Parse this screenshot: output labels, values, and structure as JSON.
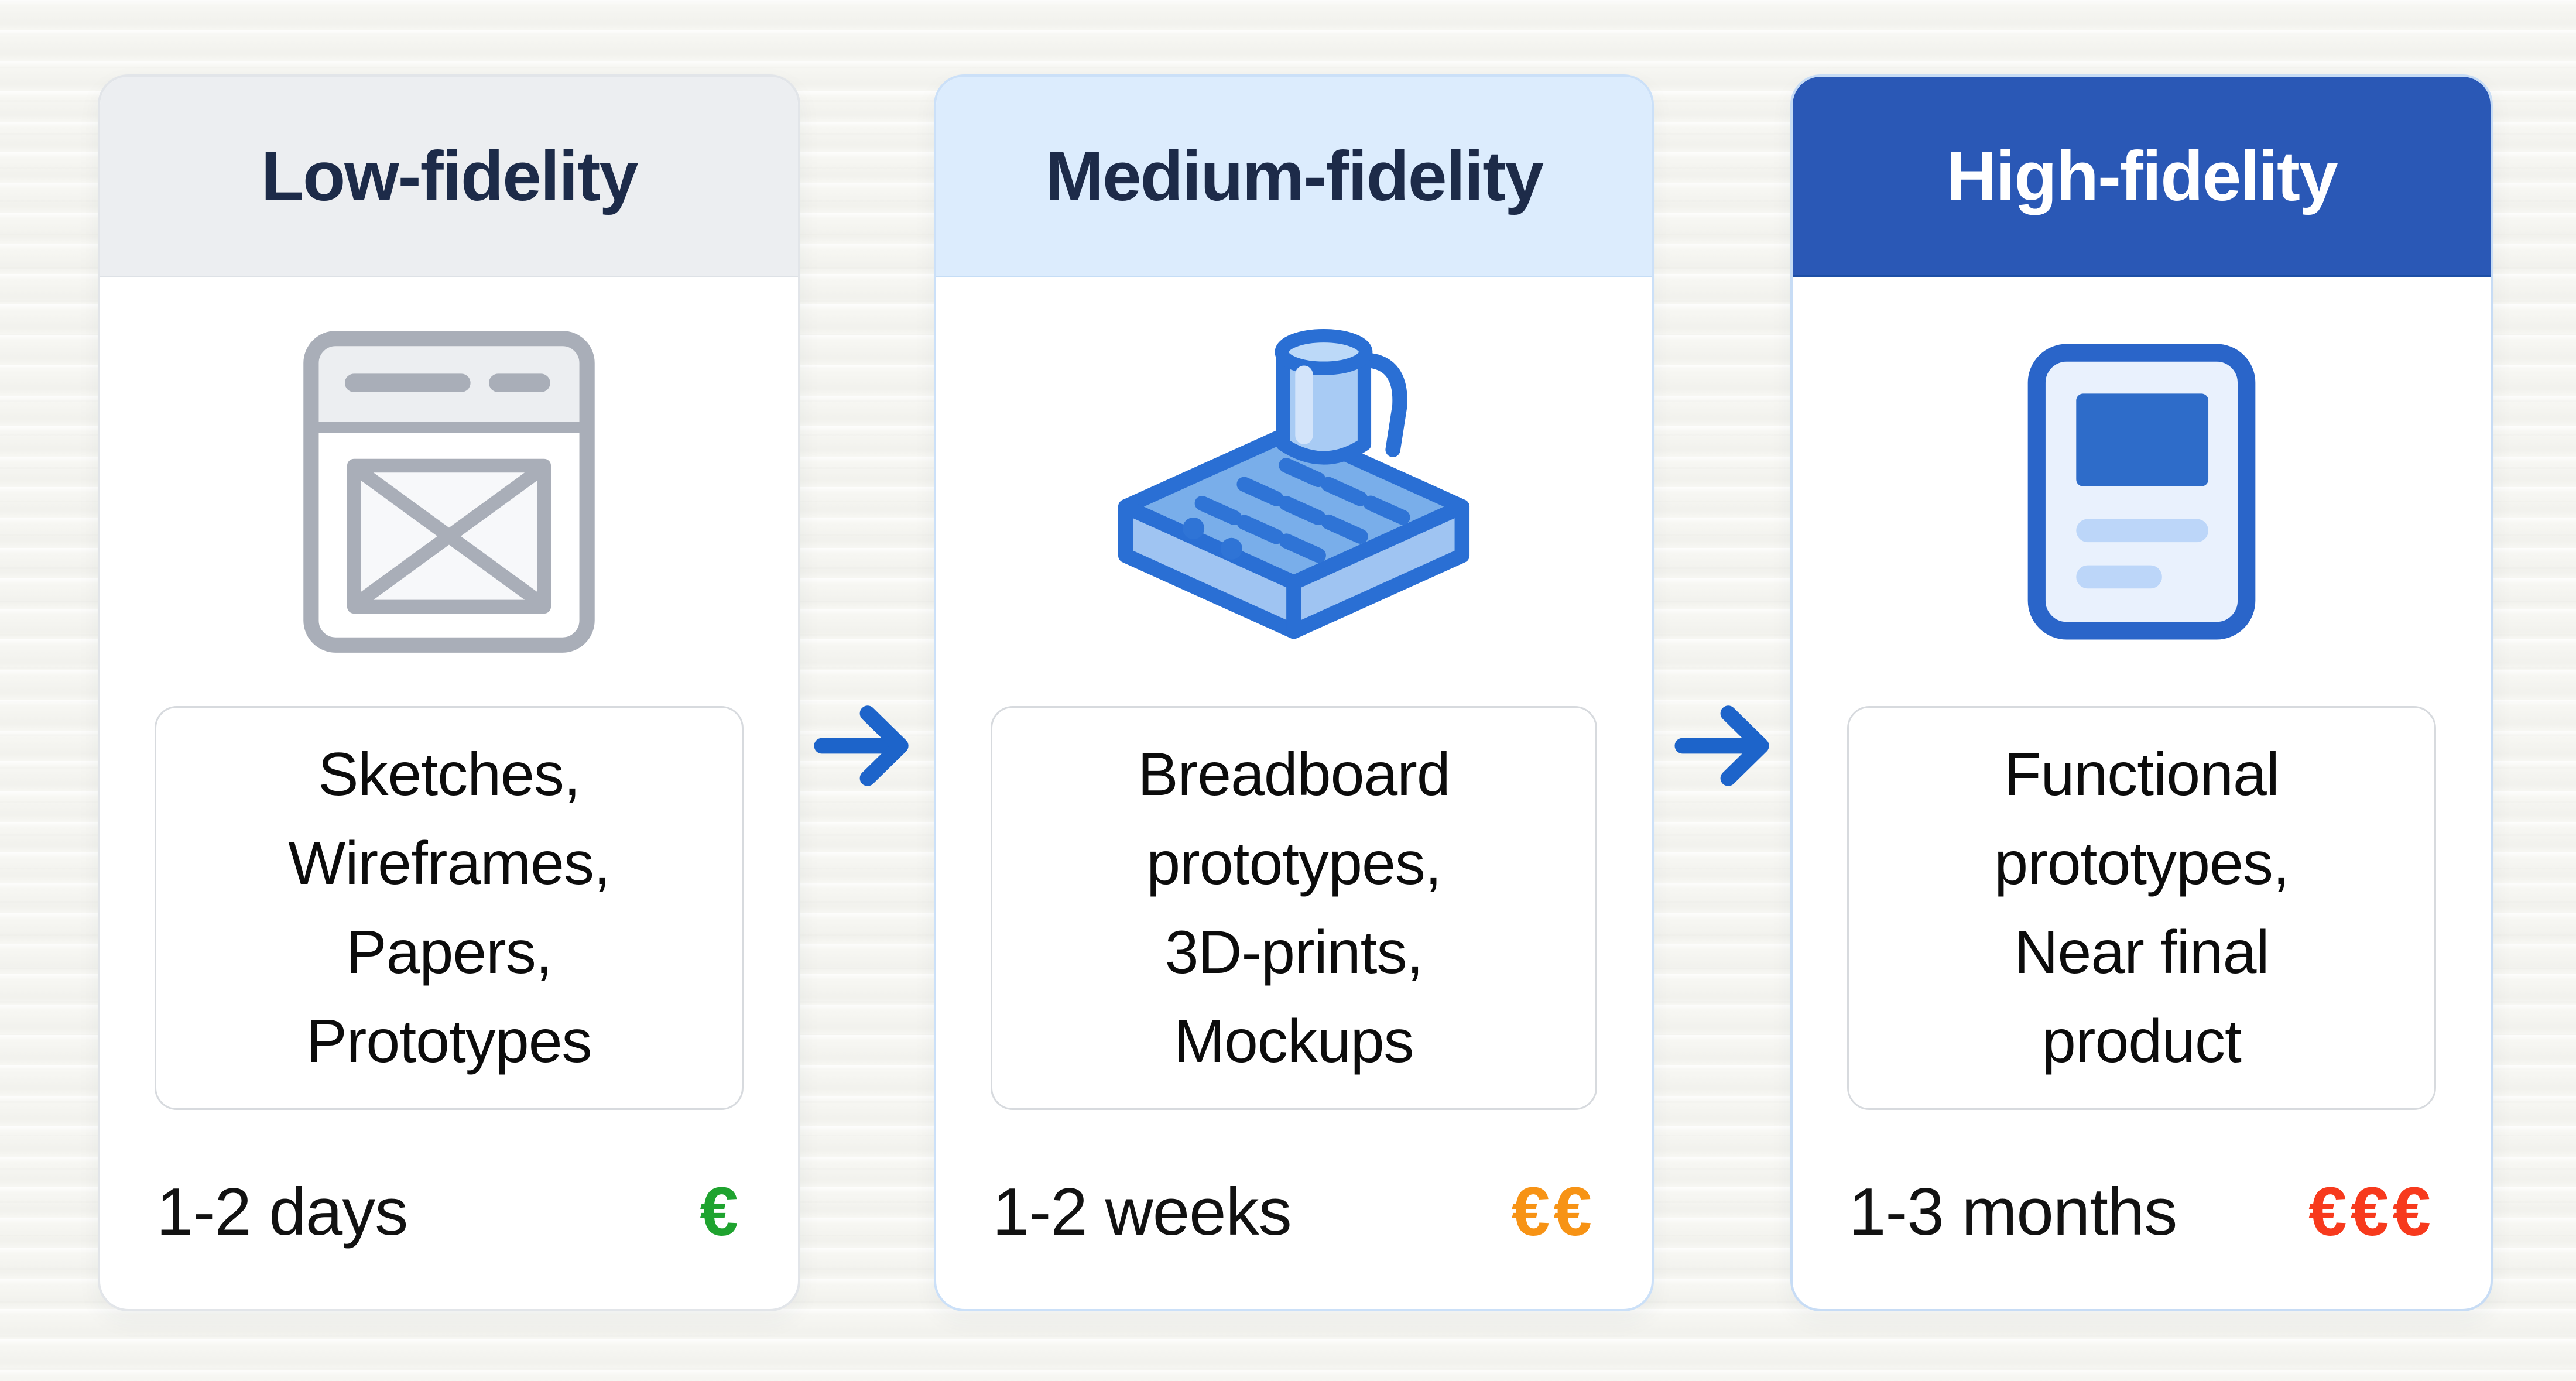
{
  "theme": {
    "bg": "#f7f7f3",
    "card_bg": "#ffffff",
    "low_header_bg": "#eceef1",
    "low_header_text": "#1d2b49",
    "low_card_border": "#e2e5e9",
    "medium_header_bg": "#dcecfd",
    "medium_header_text": "#1d2b49",
    "medium_card_border": "#cbe0f8",
    "high_header_bg": "#2a58b6",
    "high_header_text": "#ffffff",
    "high_card_border": "#c7dcf5",
    "box_border": "#d7dade",
    "arrow_blue": "#1d64ca",
    "cost_green": "#1fa32f",
    "cost_orange": "#f79315",
    "cost_red": "#f73a1d",
    "body_text": "#0c0c0c",
    "duration_text": "#121212"
  },
  "cards": [
    {
      "id": "low",
      "title": "Low-fidelity",
      "icon": "wireframe-document-icon",
      "items_text": "Sketches,\nWireframes,\nPapers,\nPrototypes",
      "duration": "1-2 days",
      "cost": "€",
      "cost_level": "low"
    },
    {
      "id": "medium",
      "title": "Medium-fidelity",
      "icon": "breadboard-icon",
      "items_text": "Breadboard\nprototypes,\n3D-prints,\nMockups",
      "duration": "1-2 weeks",
      "cost": "€€",
      "cost_level": "medium"
    },
    {
      "id": "high",
      "title": "High-fidelity",
      "icon": "product-mockup-icon",
      "items_text": "Functional\nprototypes,\nNear final\nproduct",
      "duration": "1-3 months",
      "cost": "€€€",
      "cost_level": "high"
    }
  ],
  "arrows": [
    {
      "icon": "right-arrow-icon",
      "from": "Low-fidelity",
      "to": "Medium-fidelity"
    },
    {
      "icon": "right-arrow-icon",
      "from": "Medium-fidelity",
      "to": "High-fidelity"
    }
  ]
}
